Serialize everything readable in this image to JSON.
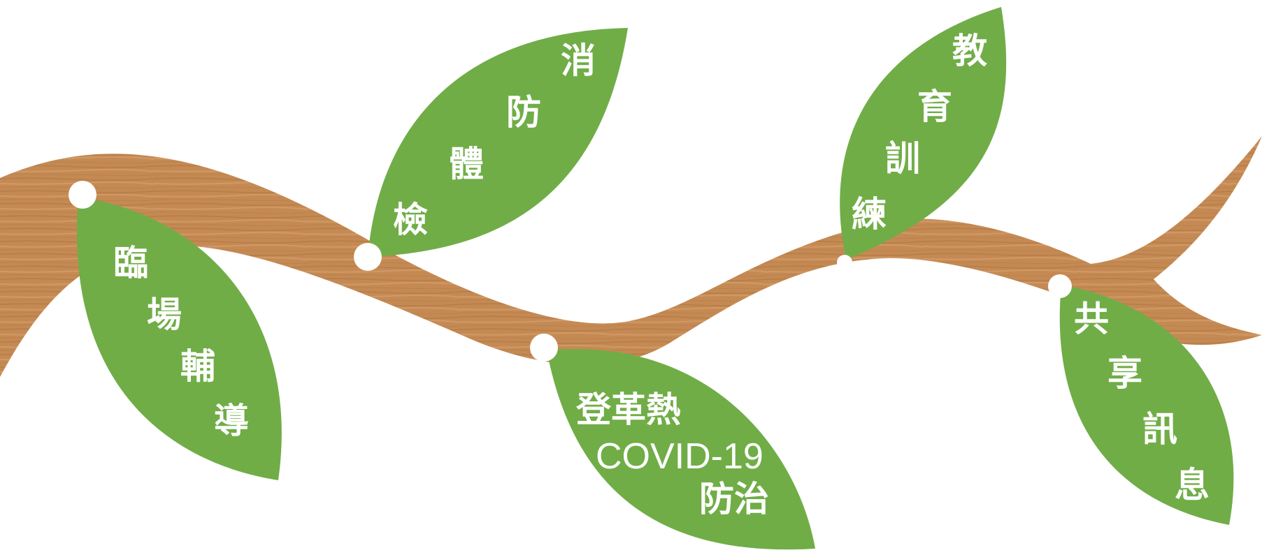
{
  "colors": {
    "leaf": "#70ad47",
    "branch_light": "#d9a471",
    "branch_mid": "#c58a54",
    "branch_dark": "#a56c38",
    "node": "#ffffff"
  },
  "leaves": [
    {
      "id": "linchang",
      "chars": [
        "臨",
        "場",
        "輔",
        "導"
      ]
    },
    {
      "id": "xiaofang",
      "chars": [
        "消",
        "防",
        "體",
        "檢"
      ]
    },
    {
      "id": "dengge",
      "lines": [
        "登革熱",
        "COVID-19",
        "防治"
      ]
    },
    {
      "id": "jiaoyu",
      "chars": [
        "教",
        "育",
        "訓",
        "練"
      ]
    },
    {
      "id": "gongxiang",
      "chars": [
        "共",
        "享",
        "訊",
        "息"
      ]
    }
  ]
}
